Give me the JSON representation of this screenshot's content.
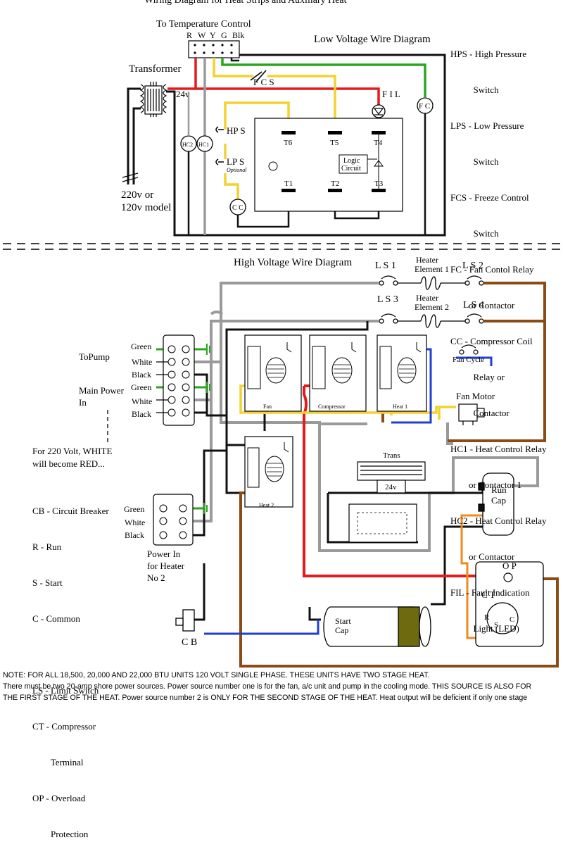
{
  "header_fragment": "Wiring Diagram for Heat Strips and Auxiliary Heat",
  "low_voltage": {
    "title": "Low Voltage Wire Diagram",
    "temp_control_label": "To Temperature Control",
    "terminal_letters": [
      "R",
      "W",
      "Y",
      "G",
      "Blk"
    ],
    "transformer_label": "Transformer",
    "volt_label": "24v",
    "fcs_label": "F C S",
    "fil_label": "F I L",
    "fc_label": "F C",
    "hps_label": "HP S",
    "lps_label": "LP S",
    "optional_label": "Optional",
    "hc1_label": "HC1",
    "hc2_label": "HC2",
    "cc_label": "C C",
    "supply_label_1": "220v or",
    "supply_label_2": "120v model",
    "terminals_top": [
      "T6",
      "T5",
      "T4"
    ],
    "terminals_bottom": [
      "T1",
      "T2",
      "T3"
    ],
    "logic_label_1": "Logic",
    "logic_label_2": "Circuit"
  },
  "legend_top": [
    "HPS - High Pressure",
    "          Switch",
    "LPS - Low Pressure",
    "          Switch",
    "FCS - Freeze Control",
    "          Switch",
    "FC - Fan Contol Relay",
    "        or Contactor",
    "CC - Compressor Coil",
    "          Relay or",
    "          Contactor",
    "HC1 - Heat Control Relay",
    "        or Contactor 1",
    "HC2 - Heat Control Relay",
    "        or Contactor",
    "FIL - Fault Indication",
    "          Light (LED)"
  ],
  "high_voltage": {
    "title": "High Voltage Wire Diagram",
    "ls1": "L S 1",
    "ls2": "L S 2",
    "ls3": "L S 3",
    "ls4": "L S 4",
    "heater1_line1": "Heater",
    "heater1_line2": "Element 1",
    "heater2_line1": "Heater",
    "heater2_line2": "Element 2",
    "to_pump": "ToPump",
    "main_power_line1": "Main Power",
    "main_power_line2": "In",
    "wire_green": "Green",
    "wire_white": "White",
    "wire_black": "Black",
    "relay_fan": "Fan",
    "relay_compressor": "Compressor",
    "relay_heat1": "Heat 1",
    "relay_heat2": "Heat 2",
    "fan_cycle": "Fan Cycle",
    "fan_motor": "Fan Motor",
    "trans": "Trans",
    "trans_volt": "24v",
    "run_cap_line1": "Run",
    "run_cap_line2": "Cap",
    "start_cap_line1": "Start",
    "start_cap_line2": "Cap",
    "op": "O P",
    "ct": "C T",
    "r": "R",
    "s": "S",
    "c": "C",
    "cb": "C B",
    "volt_note_line1": "For 220 Volt, WHITE",
    "volt_note_line2": "will become RED...",
    "power_heater_line1": "Power In",
    "power_heater_line2": "for Heater",
    "power_heater_line3": "No 2"
  },
  "legend_bottom": [
    "CB - Circuit Breaker",
    "R - Run",
    "S - Start",
    "C - Common",
    "",
    "LS - Limit Switch",
    "CT - Compressor",
    "        Terminal",
    "OP - Overload",
    "        Protection"
  ],
  "note_lines": [
    "NOTE:  FOR ALL 18,500, 20,000 AND 22,000 BTU UNITS 120 VOLT  SINGLE PHASE.  THESE UNITS HAVE TWO STAGE HEAT.",
    "There must be two 20-amp shore power sources.  Power source number one is for the fan, a/c unit and pump in the cooling mode.  THIS SOURCE IS ALSO FOR",
    "THE FIRST STAGE OF THE HEAT.  Power source number 2 is ONLY FOR THE SECOND STAGE OF THE HEAT.  Heat output will be deficient if only one stage"
  ],
  "wire_colors": {
    "red": "#e31b1b",
    "green": "#2aa61e",
    "yellow": "#f2d230",
    "gray": "#9a9a9a",
    "black": "#111111",
    "blue": "#1f3fd1",
    "brown": "#8a4b14",
    "orange": "#f08a1c"
  }
}
